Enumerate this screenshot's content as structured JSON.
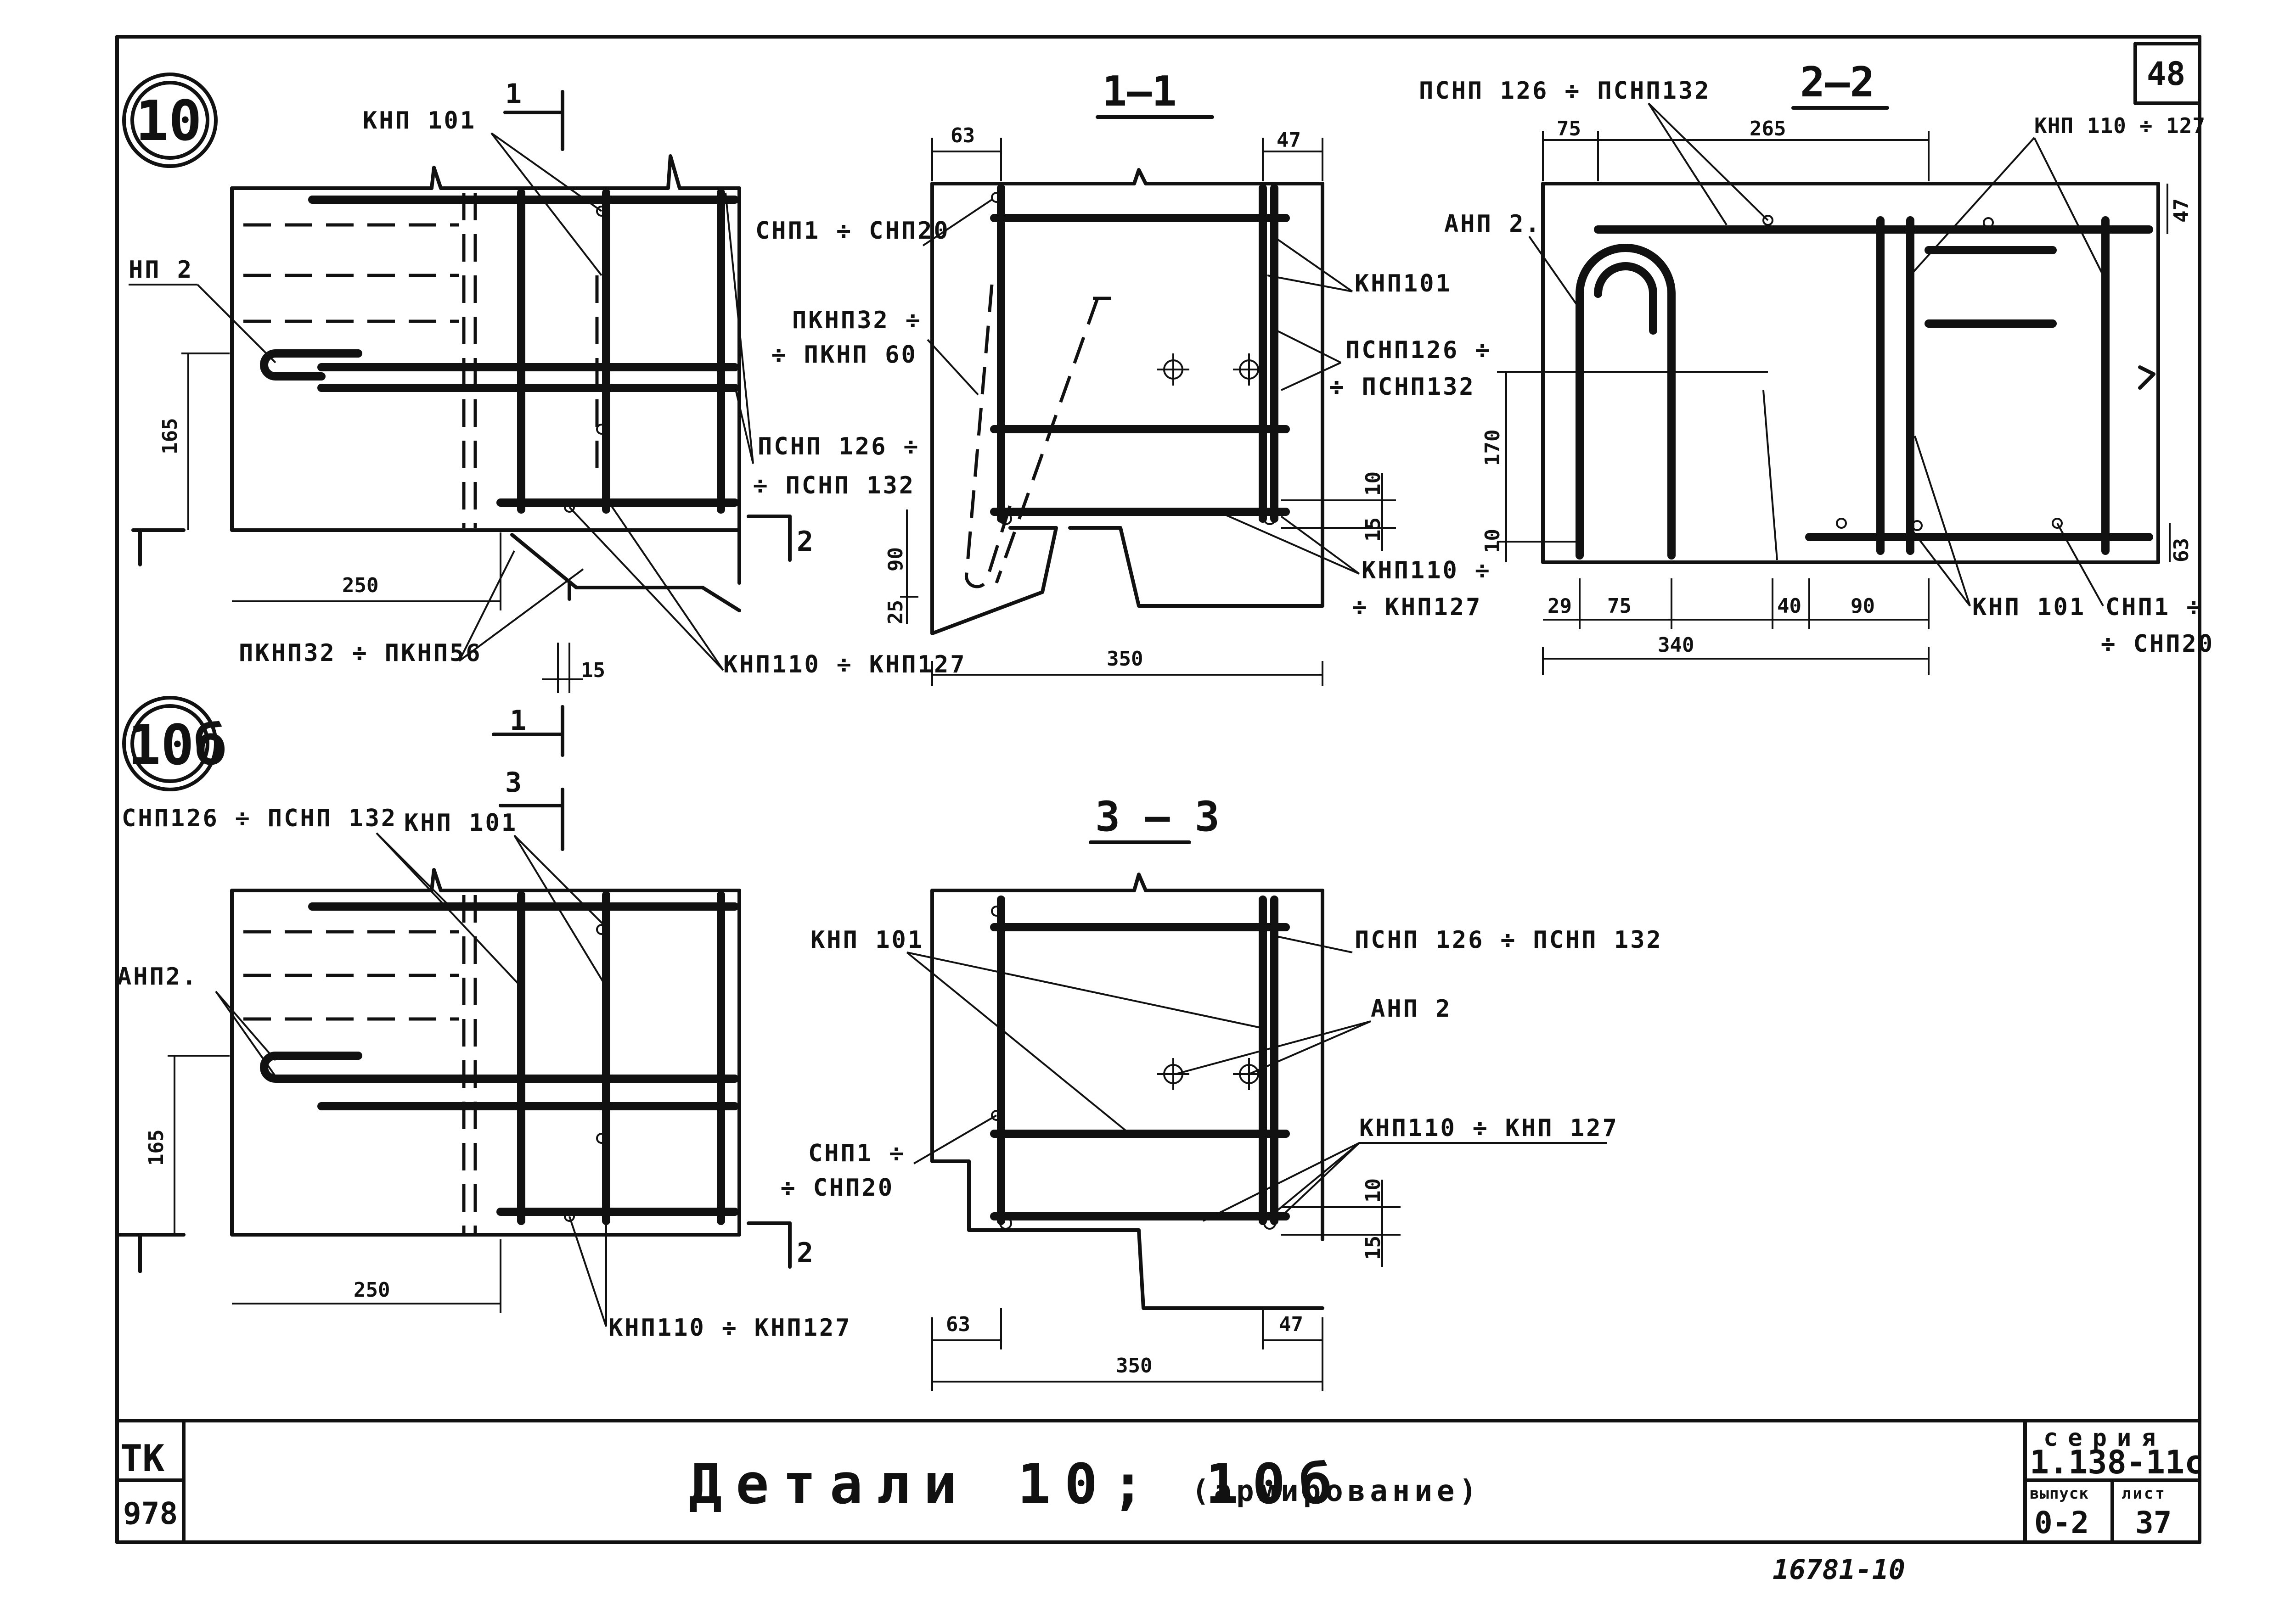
{
  "sheet": {
    "sheet_corner_number": "48",
    "title_main": "Детали 10; 10б",
    "title_note": "(армирование)",
    "seriya_label": "серия",
    "seriya_value": "1.138-11с",
    "vypusk_label": "выпуск",
    "vypusk_value": "0-2",
    "list_label": "лист",
    "list_value": "37",
    "org_code": "ТК",
    "org_number": "978",
    "bottom_note": "16781-10"
  },
  "detail10": {
    "marker": "10",
    "section_ref_1": "1",
    "section_ref_2": "2",
    "labels": {
      "knp101": "КНП 101",
      "anp2": "НП 2",
      "psnp": "ПСНП 126 ÷",
      "psnp_cont": "÷ ПСНП 132",
      "pknp": "ПКНП32 ÷ ПКНП56",
      "knp110": "КНП110 ÷ КНП127"
    },
    "dims": {
      "h165": "165",
      "w250": "250",
      "w15": "15"
    }
  },
  "detail10b": {
    "marker": "10б",
    "section_ref_1": "1",
    "section_ref_3": "3",
    "section_ref_2": "2",
    "labels": {
      "psnp": "СНП126 ÷ ПСНП 132",
      "knp101": "КНП 101",
      "anp2": "АНП2.",
      "knp110": "КНП110 ÷ КНП127"
    },
    "dims": {
      "h165": "165",
      "w250": "250"
    }
  },
  "section11": {
    "title": "1—1",
    "labels": {
      "snp": "СНП1 ÷ СНП20",
      "pknp": "ПКНП32 ÷",
      "pknp_cont": "÷ ПКНП 60",
      "knp101": "КНП101",
      "psnp": "ПСНП126 ÷",
      "psnp_cont": "÷ ПСНП132",
      "knp110": "КНП110 ÷",
      "knp110_cont": "÷ КНП127"
    },
    "dims": {
      "d63": "63",
      "d47": "47",
      "d90": "90",
      "d25": "25",
      "d10": "10",
      "d15": "15",
      "d350": "350"
    }
  },
  "section22": {
    "title": "2—2",
    "labels": {
      "psnp": "ПСНП 126 ÷ ПСНП132",
      "knp110": "КНП 110 ÷ 127",
      "anp2": "АНП 2.",
      "knp101": "КНП 101",
      "snp": "СНП1 ÷",
      "snp_cont": "÷ СНП20"
    },
    "dims": {
      "d75": "75",
      "d265": "265",
      "d47": "47",
      "d170": "170",
      "d10": "10",
      "d63": "63",
      "d29": "29",
      "d75b": "75",
      "d40": "40",
      "d90": "90",
      "d340": "340"
    }
  },
  "section33": {
    "title": "3 — 3",
    "labels": {
      "knp101": "КНП 101",
      "psnp": "ПСНП 126 ÷ ПСНП 132",
      "anp2": "АНП 2",
      "knp110": "КНП110 ÷ КНП 127",
      "snp": "СНП1 ÷",
      "snp_cont": "÷ СНП20"
    },
    "dims": {
      "d10": "10",
      "d15": "15",
      "d63": "63",
      "d47": "47",
      "d350": "350"
    }
  }
}
